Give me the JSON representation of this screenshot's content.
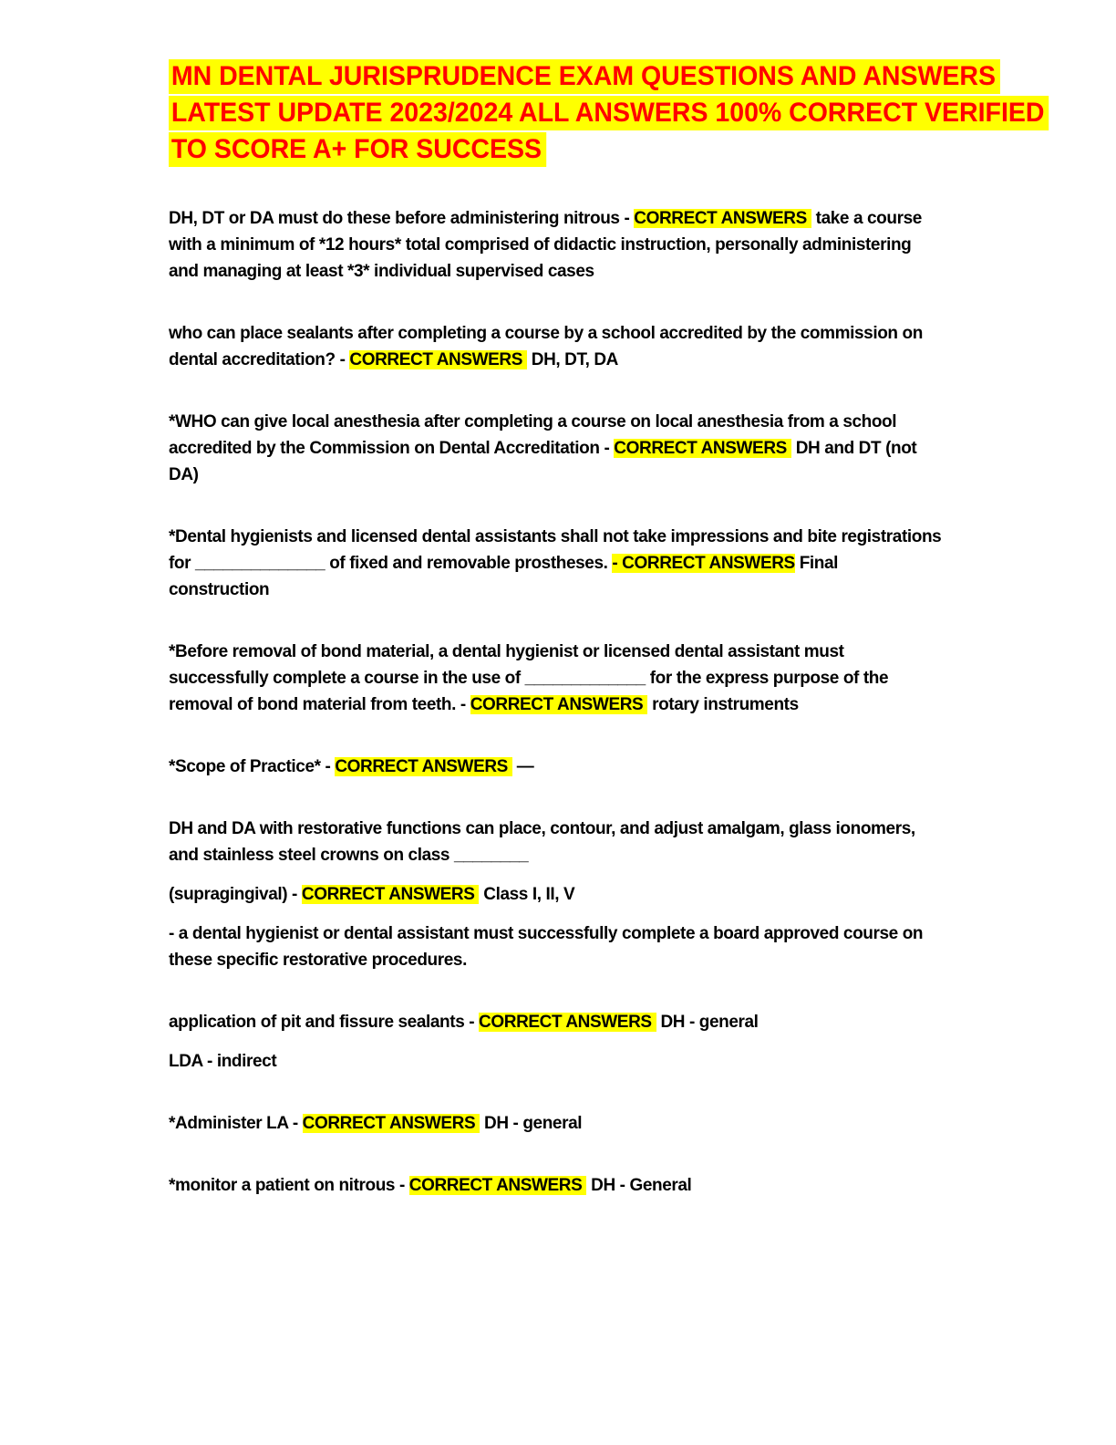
{
  "document": {
    "page_background": "#FFFFFF",
    "title_color": "#FF0000",
    "highlight_color": "#FFFF00",
    "body_color": "#000000",
    "answer_label": "CORRECT ANSWERS",
    "title_lines": [
      "MN DENTAL JURISPRUDENCE EXAM QUESTIONS AND ANSWERS",
      "LATEST UPDATE 2023/2024 ALL ANSWERS 100% CORRECT VERIFIED",
      "TO SCORE A+ FOR SUCCESS"
    ]
  },
  "qa_blocks": [
    {
      "paragraphs": [
        {
          "segments": [
            {
              "text": "DH, DT or DA must do these before administering nitrous - ",
              "highlight": false
            },
            {
              "text": "CORRECT ANSWERS ",
              "highlight": true
            },
            {
              "text": " take a course with a minimum of *12 hours* total comprised of didactic instruction, personally administering and managing at least *3* individual supervised cases",
              "highlight": false
            }
          ]
        }
      ]
    },
    {
      "paragraphs": [
        {
          "segments": [
            {
              "text": "who can place sealants after completing a course by a school accredited by the commission on dental accreditation? - ",
              "highlight": false
            },
            {
              "text": "CORRECT ANSWERS ",
              "highlight": true
            },
            {
              "text": " DH, DT, DA",
              "highlight": false
            }
          ]
        }
      ]
    },
    {
      "paragraphs": [
        {
          "segments": [
            {
              "text": "*WHO can give local anesthesia after completing a course on local anesthesia from a school accredited by the Commission on Dental Accreditation - ",
              "highlight": false
            },
            {
              "text": "CORRECT ANSWERS ",
              "highlight": true
            },
            {
              "text": " DH and DT (not DA)",
              "highlight": false
            }
          ]
        }
      ]
    },
    {
      "paragraphs": [
        {
          "segments": [
            {
              "text": "*Dental hygienists and licensed dental assistants shall not take impressions and bite registrations for ______________ of fixed and removable prostheses. ",
              "highlight": false
            },
            {
              "text": "- CORRECT ANSWERS",
              "highlight": true
            },
            {
              "text": " Final construction",
              "highlight": false
            }
          ]
        }
      ]
    },
    {
      "paragraphs": [
        {
          "segments": [
            {
              "text": "*Before removal of bond material, a dental hygienist or licensed dental assistant must successfully complete a course in the use of _____________ for the express purpose of the removal of bond material from teeth. - ",
              "highlight": false
            },
            {
              "text": "CORRECT ANSWERS ",
              "highlight": true
            },
            {
              "text": " rotary instruments",
              "highlight": false
            }
          ]
        }
      ]
    },
    {
      "paragraphs": [
        {
          "segments": [
            {
              "text": "*Scope of Practice* - ",
              "highlight": false
            },
            {
              "text": "CORRECT ANSWERS ",
              "highlight": true
            },
            {
              "text": " —",
              "highlight": false
            }
          ]
        }
      ]
    },
    {
      "paragraphs": [
        {
          "segments": [
            {
              "text": "DH and DA with restorative functions can place, contour, and adjust amalgam, glass ionomers, and stainless steel crowns on class ________",
              "highlight": false
            }
          ]
        },
        {
          "segments": [
            {
              "text": "(supragingival) - ",
              "highlight": false
            },
            {
              "text": "CORRECT ANSWERS ",
              "highlight": true
            },
            {
              "text": " Class I, II, V",
              "highlight": false
            }
          ]
        },
        {
          "segments": [
            {
              "text": "- a dental hygienist or dental assistant must successfully complete a board approved course on these specific restorative procedures.",
              "highlight": false
            }
          ]
        }
      ]
    },
    {
      "paragraphs": [
        {
          "segments": [
            {
              "text": "application of pit and fissure sealants - ",
              "highlight": false
            },
            {
              "text": "CORRECT ANSWERS ",
              "highlight": true
            },
            {
              "text": " DH - general",
              "highlight": false
            }
          ]
        },
        {
          "segments": [
            {
              "text": "LDA - indirect",
              "highlight": false
            }
          ]
        }
      ]
    },
    {
      "paragraphs": [
        {
          "segments": [
            {
              "text": "*Administer LA - ",
              "highlight": false
            },
            {
              "text": "CORRECT ANSWERS ",
              "highlight": true
            },
            {
              "text": " DH - general",
              "highlight": false
            }
          ]
        }
      ]
    },
    {
      "paragraphs": [
        {
          "segments": [
            {
              "text": "*monitor a patient on nitrous - ",
              "highlight": false
            },
            {
              "text": "CORRECT ANSWERS ",
              "highlight": true
            },
            {
              "text": " DH - General",
              "highlight": false
            }
          ]
        }
      ]
    }
  ]
}
